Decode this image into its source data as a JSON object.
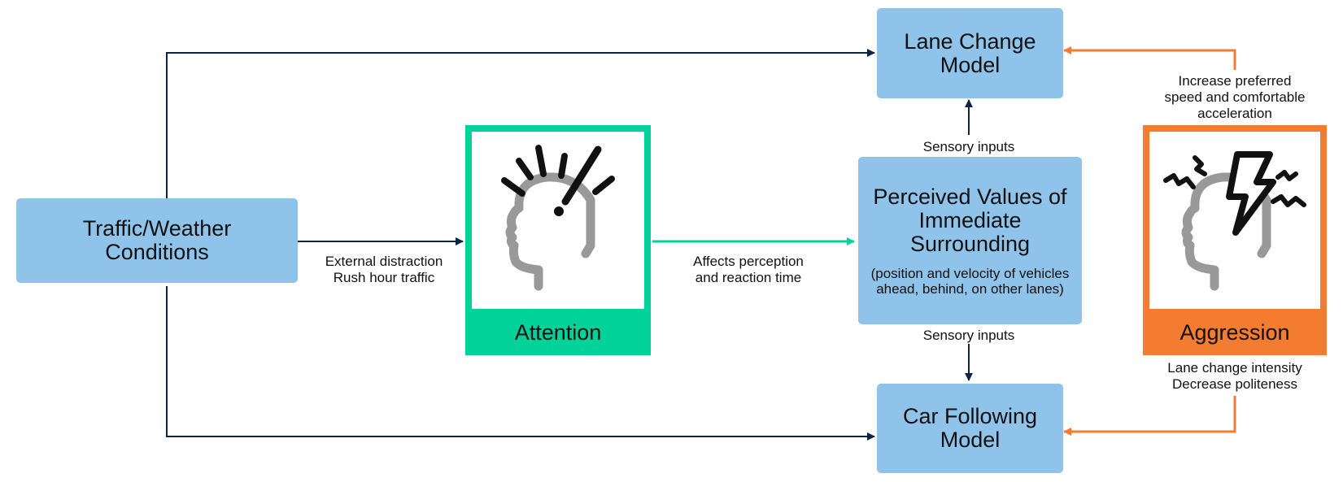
{
  "nodes": {
    "traffic": {
      "title": "Traffic/Weather Conditions"
    },
    "lane_change": {
      "title": "Lane Change Model"
    },
    "perceived": {
      "title": "Perceived Values of Immediate Surrounding",
      "subtitle": "(position and velocity of vehicles ahead, behind, on other lanes)"
    },
    "car_following": {
      "title": "Car Following Model"
    },
    "attention": {
      "title": "Attention",
      "icon": "distracted-head-icon"
    },
    "aggression": {
      "title": "Aggression",
      "icon": "angry-head-icon"
    }
  },
  "edges": {
    "external": {
      "line1": "External distraction",
      "line2": "Rush hour traffic"
    },
    "affects": {
      "line1": "Affects perception",
      "line2": "and reaction time"
    },
    "sensory_up": "Sensory inputs",
    "sensory_down": "Sensory inputs",
    "increase": {
      "line1": "Increase preferred",
      "line2": "speed and comfortable",
      "line3": "acceleration"
    },
    "lane_intensity": {
      "line1": "Lane change intensity",
      "line2": "Decrease politeness"
    }
  },
  "colors": {
    "box": "#8fc3ea",
    "attention": "#00d29a",
    "aggression": "#f47c30",
    "arrow_dark": "#0b2447"
  }
}
